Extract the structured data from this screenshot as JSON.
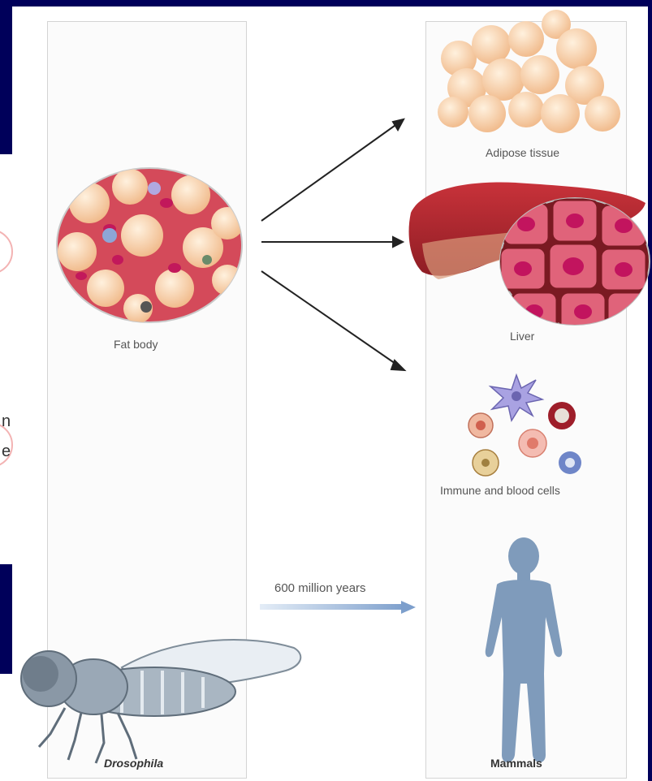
{
  "labels": {
    "fat_body": "Fat body",
    "adipose": "Adipose tissue",
    "liver": "Liver",
    "immune": "Immune and blood cells",
    "time_span": "600 million years",
    "left_species": "Drosophila",
    "right_species": "Mammals"
  },
  "slide_text": {
    "fragment_1": "n",
    "fragment_2": "e"
  },
  "colors": {
    "background": "#00005a",
    "panel": "#ffffff",
    "panel_border": "#cfcfcf",
    "fat": "#f6cfa3",
    "liver": "#b8282f",
    "cell_nucleus": "#d1146b",
    "human": "#7f9bbb",
    "fly": "#a9b6c2",
    "arrow_blue": "#9cb6d6"
  }
}
